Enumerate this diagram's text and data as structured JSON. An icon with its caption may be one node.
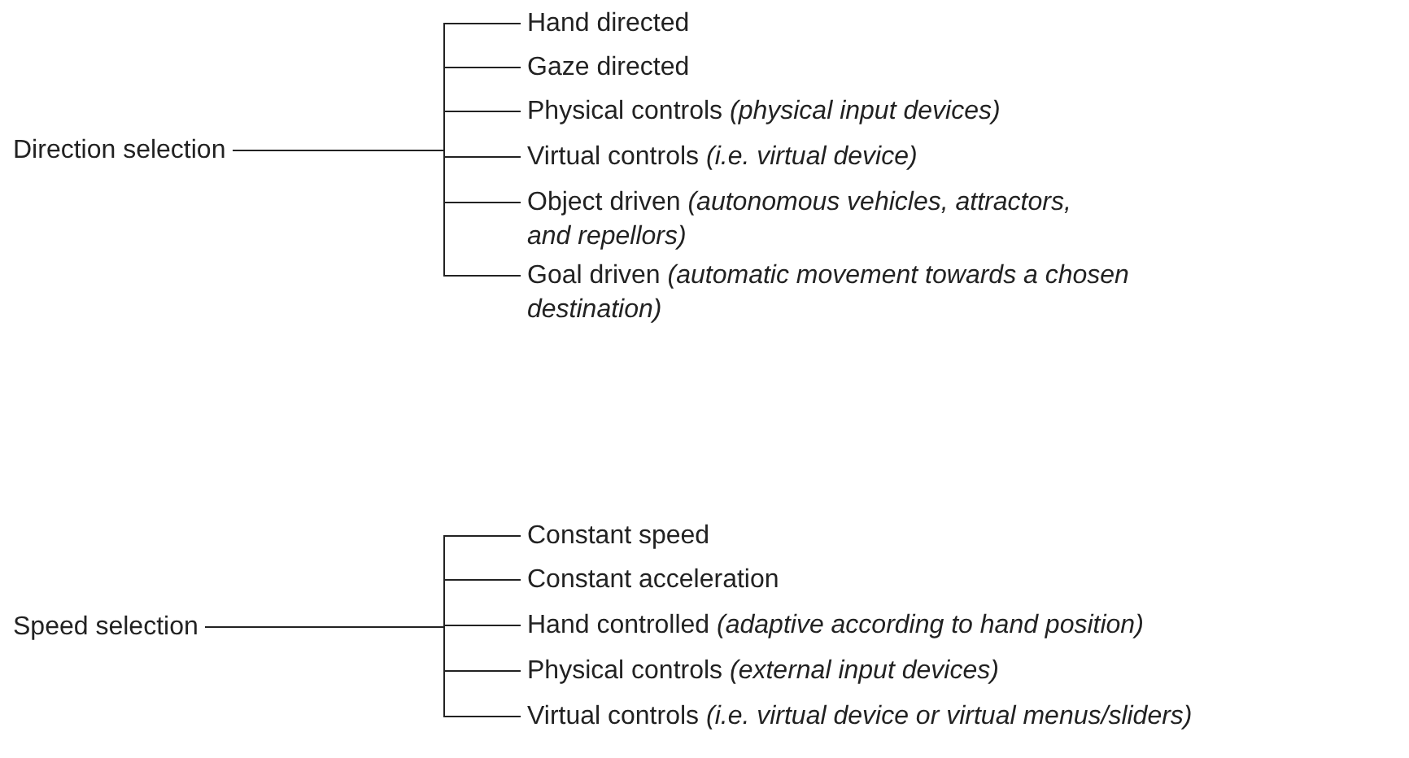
{
  "diagram": {
    "nodes": [
      {
        "text": [
          "Direction selection"
        ]
      },
      {
        "text": [
          "Hand directed"
        ]
      },
      {
        "text": [
          "Gaze directed"
        ]
      },
      {
        "text": [
          "Physical controls *(physical input devices)*"
        ]
      },
      {
        "text": [
          "Virtual controls *(i.e. virtual device)*"
        ]
      },
      {
        "text": [
          "Object driven *(autonomous vehicles, attractors, and repellors)*"
        ]
      },
      {
        "text": [
          "Goal driven *(automatic movement towards a chosen destination)*"
        ]
      },
      {
        "text": [
          "Speed selection"
        ]
      },
      {
        "text": [
          "Constant speed"
        ]
      },
      {
        "text": [
          "Constant acceleration"
        ]
      },
      {
        "text": [
          "Hand controlled *(adaptive according to hand position)*"
        ]
      },
      {
        "text": [
          "Physical controls *(external input devices)*"
        ]
      },
      {
        "text": [
          "Virtual controls *(i.e. virtual device or virtual menus/sliders)*"
        ]
      }
    ],
    "edges": [
      {
        "from": 0,
        "to": 1,
        "arrow": "none"
      },
      {
        "from": 0,
        "to": 2,
        "arrow": "none"
      },
      {
        "from": 0,
        "to": 3,
        "arrow": "none"
      },
      {
        "from": 0,
        "to": 4,
        "arrow": "none"
      },
      {
        "from": 0,
        "to": 5,
        "arrow": "none"
      },
      {
        "from": 0,
        "to": 6,
        "arrow": "none"
      },
      {
        "from": 7,
        "to": 8,
        "arrow": "none"
      },
      {
        "from": 7,
        "to": 9,
        "arrow": "none"
      },
      {
        "from": 7,
        "to": 10,
        "arrow": "none"
      },
      {
        "from": 7,
        "to": 11,
        "arrow": "none"
      },
      {
        "from": 7,
        "to": 12,
        "arrow": "none"
      }
    ]
  }
}
